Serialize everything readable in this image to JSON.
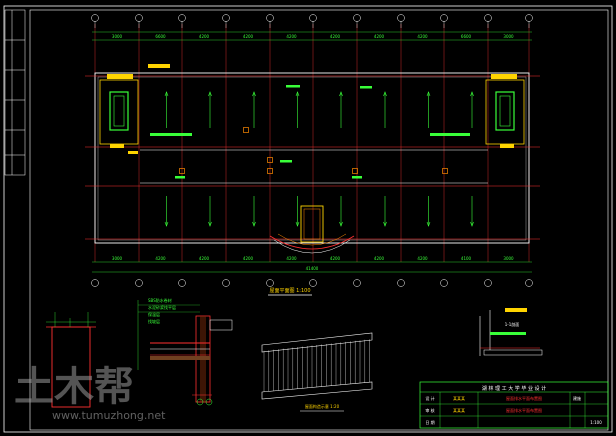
{
  "plan": {
    "overall_dim": "41400",
    "top_dims": [
      "3000",
      "6600",
      "4200",
      "4200",
      "4200",
      "4200",
      "4200",
      "4200",
      "6600",
      "3000"
    ],
    "bottom_dims": [
      "3000",
      "4200",
      "4200",
      "4200",
      "4200",
      "4200",
      "4200",
      "4200",
      "4100",
      "3000"
    ],
    "title": "屋面平面图 1:100"
  },
  "detail_left": {
    "notes": [
      "SBS防水卷材",
      "水泥砂浆找平层",
      "保温层",
      "找坡层"
    ]
  },
  "detail_right": {
    "label": "1-1剖面"
  },
  "elevation": {
    "title": "屋面构造示意 1:20"
  },
  "title_block": {
    "school": "湖 林 理 工 大 学 毕 业 设 计",
    "rows": [
      {
        "k": "设 计",
        "v": "某某某"
      },
      {
        "k": "审 核",
        "v": "某某某"
      },
      {
        "k": "日 期",
        "v": ""
      }
    ],
    "drawing_name": "屋面排水平面布置图",
    "sheet_no": "建施",
    "scale": "1:100"
  },
  "watermark": {
    "logo": "土木帮",
    "url": "www.tumuzhong.net"
  }
}
